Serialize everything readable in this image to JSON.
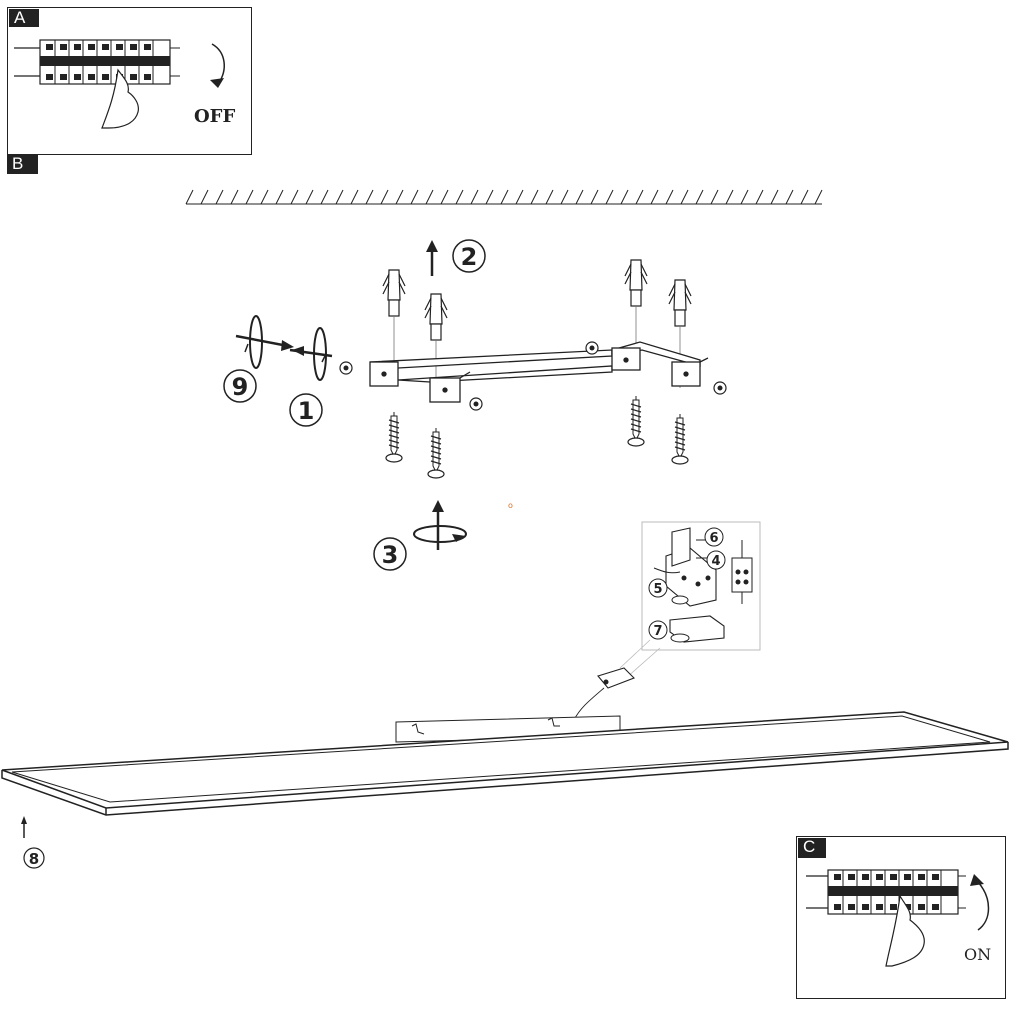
{
  "panel_a": {
    "tag": "A",
    "caption": "OFF"
  },
  "panel_b": {
    "tag": "B"
  },
  "panel_c": {
    "tag": "C",
    "caption": "ON"
  },
  "steps": {
    "s1": "1",
    "s2": "2",
    "s3": "3",
    "s4": "4",
    "s5": "5",
    "s6": "6",
    "s7": "7",
    "s8": "8",
    "s9": "9"
  },
  "mark": "o"
}
